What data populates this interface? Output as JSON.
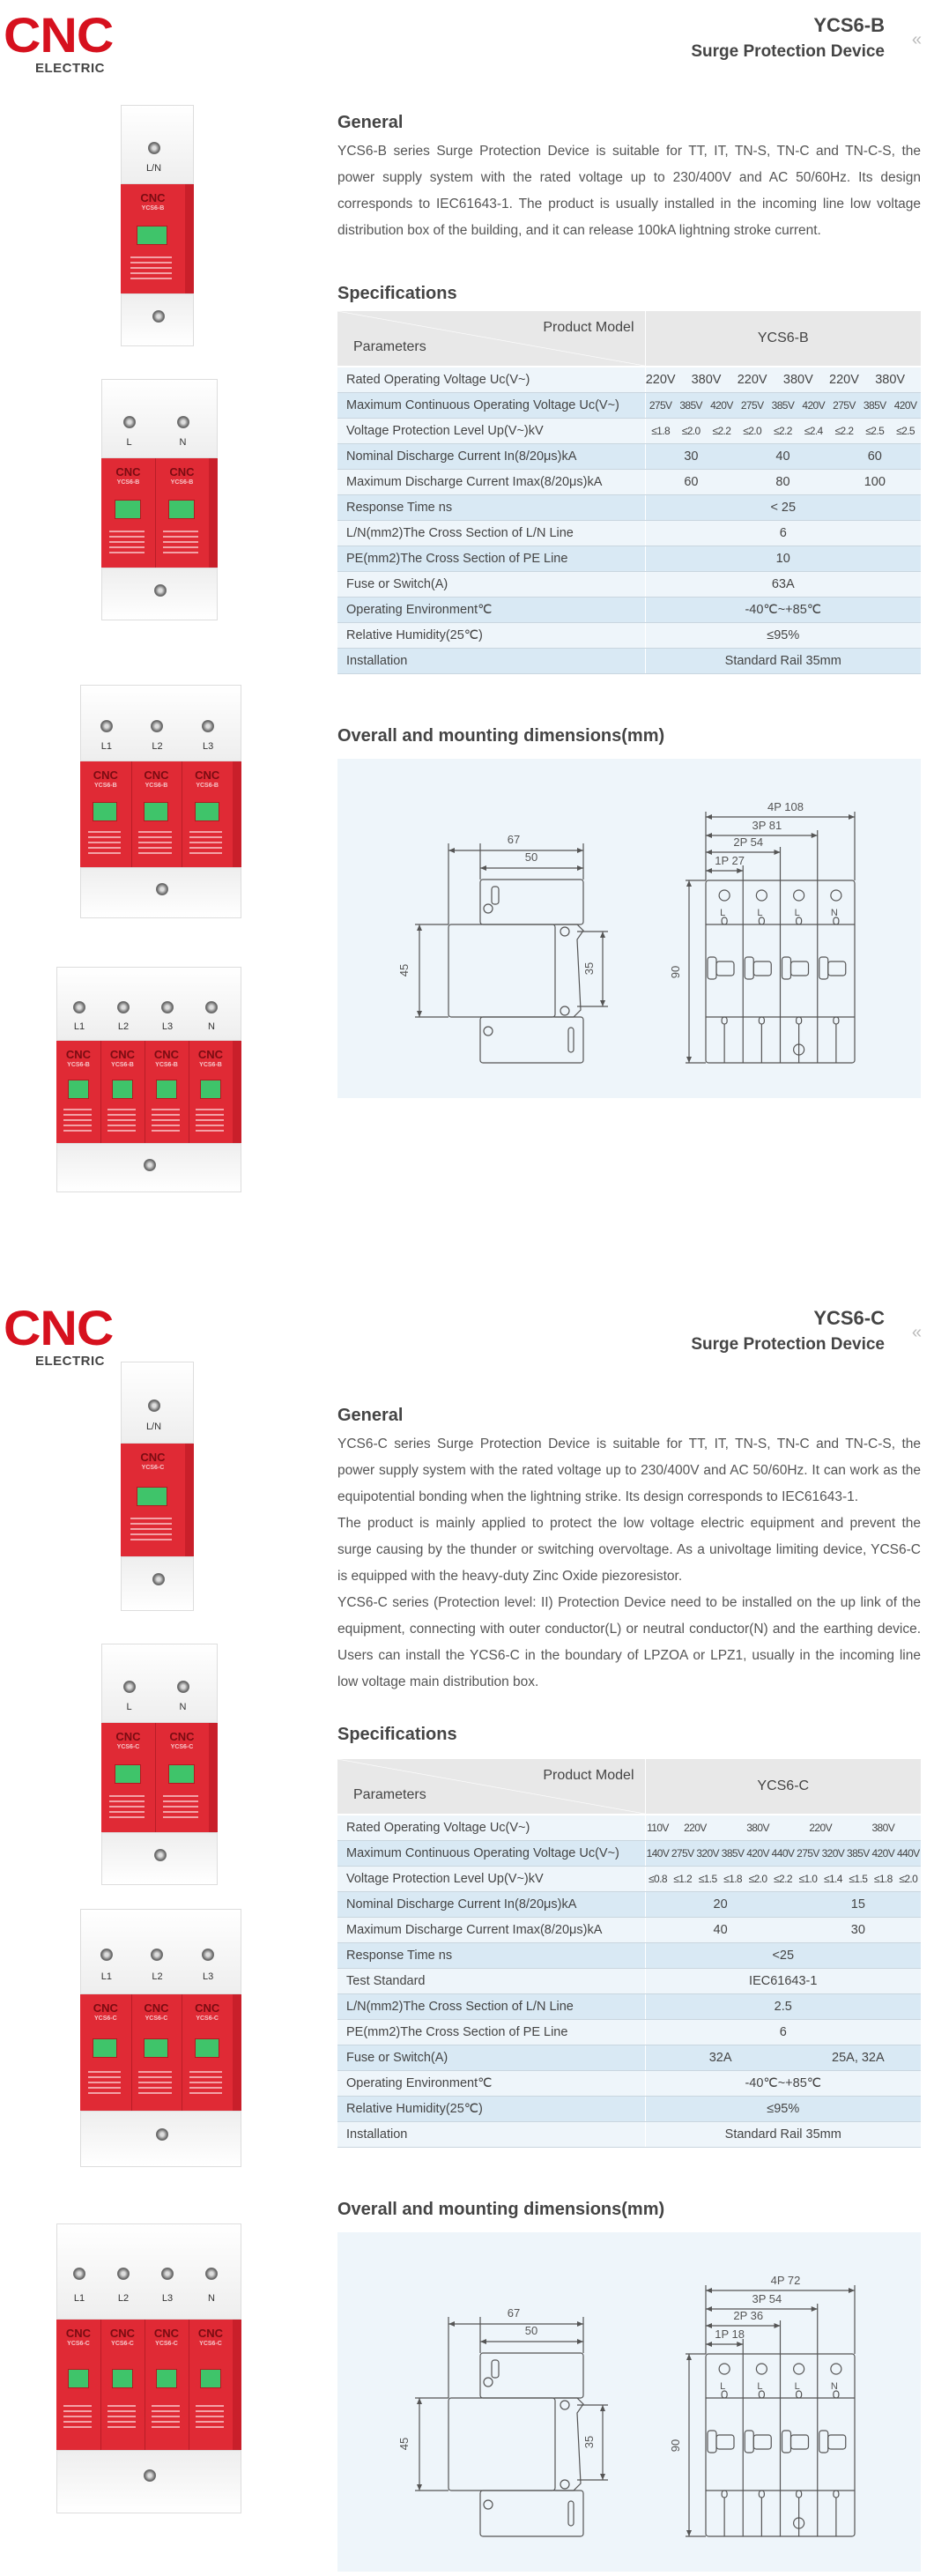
{
  "colors": {
    "brand_red": "#d6111e",
    "table_row_light": "#eef5fa",
    "table_row_blue": "#d9e9f4",
    "table_header": "#e8e8e8",
    "diagram_bg": "#eef5fa",
    "indicator_green": "#3fc46a"
  },
  "sections": [
    {
      "logo": {
        "brand": "CNC",
        "sub": "ELECTRIC"
      },
      "model": "YCS6-B",
      "subtitle": "Surge Protection Device",
      "nav_icon": "double-chevron-left-icon",
      "nav_glyph": "«",
      "devices": [
        {
          "poles": 1,
          "labels": [
            "L/N"
          ]
        },
        {
          "poles": 2,
          "labels": [
            "L",
            "N"
          ]
        },
        {
          "poles": 3,
          "labels": [
            "L1",
            "L2",
            "L3"
          ]
        },
        {
          "poles": 4,
          "labels": [
            "L1",
            "L2",
            "L3",
            "N"
          ]
        }
      ],
      "device_brand": "CNC",
      "device_model": "YCS6-B",
      "general": {
        "heading": "General",
        "paragraphs": [
          "YCS6-B series Surge Protection Device is suitable for TT, IT, TN-S, TN-C and TN-C-S, the power supply system with the rated voltage up to 230/400V and AC 50/60Hz. Its design corresponds to IEC61643-1. The product is usually installed in the incoming line low voltage distribution box of the building, and it can release 100kA lightning stroke current."
        ]
      },
      "specs": {
        "heading": "Specifications",
        "product_model_label": "Product Model",
        "parameters_label": "Parameters",
        "model": "YCS6-B",
        "subcolumns": 9,
        "rows": [
          {
            "label": "Rated Operating Voltage Uc(V~)",
            "cells": [
              {
                "v": "220V",
                "span": 1
              },
              {
                "v": "380V",
                "span": 2
              },
              {
                "v": "220V",
                "span": 1
              },
              {
                "v": "380V",
                "span": 2
              },
              {
                "v": "220V",
                "span": 1
              },
              {
                "v": "380V",
                "span": 2
              }
            ]
          },
          {
            "label": "Maximum Continuous Operating Voltage Uc(V~)",
            "small": true,
            "cells": [
              {
                "v": "275V",
                "span": 1
              },
              {
                "v": "385V",
                "span": 1
              },
              {
                "v": "420V",
                "span": 1
              },
              {
                "v": "275V",
                "span": 1
              },
              {
                "v": "385V",
                "span": 1
              },
              {
                "v": "420V",
                "span": 1
              },
              {
                "v": "275V",
                "span": 1
              },
              {
                "v": "385V",
                "span": 1
              },
              {
                "v": "420V",
                "span": 1
              }
            ]
          },
          {
            "label": "Voltage Protection Level Up(V~)kV",
            "small": true,
            "cells": [
              {
                "v": "≤1.8",
                "span": 1
              },
              {
                "v": "≤2.0",
                "span": 1
              },
              {
                "v": "≤2.2",
                "span": 1
              },
              {
                "v": "≤2.0",
                "span": 1
              },
              {
                "v": "≤2.2",
                "span": 1
              },
              {
                "v": "≤2.4",
                "span": 1
              },
              {
                "v": "≤2.2",
                "span": 1
              },
              {
                "v": "≤2.5",
                "span": 1
              },
              {
                "v": "≤2.5",
                "span": 1
              }
            ]
          },
          {
            "label": "Nominal Discharge Current In(8/20μs)kA",
            "cells": [
              {
                "v": "30",
                "span": 3
              },
              {
                "v": "40",
                "span": 3
              },
              {
                "v": "60",
                "span": 3
              }
            ]
          },
          {
            "label": "Maximum Discharge Current Imax(8/20μs)kA",
            "cells": [
              {
                "v": "60",
                "span": 3
              },
              {
                "v": "80",
                "span": 3
              },
              {
                "v": "100",
                "span": 3
              }
            ]
          },
          {
            "label": "Response Time ns",
            "cells": [
              {
                "v": "< 25",
                "span": 9
              }
            ]
          },
          {
            "label": "L/N(mm2)The Cross Section of L/N Line",
            "cells": [
              {
                "v": "6",
                "span": 9
              }
            ]
          },
          {
            "label": "PE(mm2)The Cross Section of PE Line",
            "cells": [
              {
                "v": "10",
                "span": 9
              }
            ]
          },
          {
            "label": "Fuse or Switch(A)",
            "cells": [
              {
                "v": "63A",
                "span": 9
              }
            ]
          },
          {
            "label": "Operating Environment℃",
            "cells": [
              {
                "v": "-40℃~+85℃",
                "span": 9
              }
            ]
          },
          {
            "label": "Relative Humidity(25℃)",
            "cells": [
              {
                "v": "≤95%",
                "span": 9
              }
            ]
          },
          {
            "label": "Installation",
            "cells": [
              {
                "v": "Standard Rail 35mm",
                "span": 9
              }
            ]
          }
        ]
      },
      "dimensions": {
        "heading": "Overall and mounting dimensions(mm)",
        "side": {
          "overall_width": "67",
          "body_width": "50",
          "body_height": "45",
          "rail": "35"
        },
        "front": {
          "p1": "1P 27",
          "p2": "2P 54",
          "p3": "3P 81",
          "p4": "4P 108",
          "height": "90",
          "pole_labels": [
            "L",
            "L",
            "L",
            "N"
          ]
        }
      }
    },
    {
      "logo": {
        "brand": "CNC",
        "sub": "ELECTRIC"
      },
      "model": "YCS6-C",
      "subtitle": "Surge Protection Device",
      "nav_icon": "double-chevron-left-icon",
      "nav_glyph": "«",
      "devices": [
        {
          "poles": 1,
          "labels": [
            "L/N"
          ]
        },
        {
          "poles": 2,
          "labels": [
            "L",
            "N"
          ]
        },
        {
          "poles": 3,
          "labels": [
            "L1",
            "L2",
            "L3"
          ]
        },
        {
          "poles": 4,
          "labels": [
            "L1",
            "L2",
            "L3",
            "N"
          ]
        }
      ],
      "device_brand": "CNC",
      "device_model": "YCS6-C",
      "general": {
        "heading": "General",
        "paragraphs": [
          "YCS6-C series Surge Protection Device is suitable for TT, IT, TN-S, TN-C and TN-C-S, the power supply system with the rated voltage up to 230/400V and AC 50/60Hz. It can work as the equipotential bonding when the lightning strike. Its design corresponds to IEC61643-1.",
          "The product is mainly applied to protect the low voltage electric equipment and prevent the surge causing by the thunder or switching overvoltage. As a univoltage limiting device, YCS6-C is equipped with the heavy-duty Zinc Oxide piezoresistor.",
          "YCS6-C series (Protection level: II) Protection Device need to be installed on the up link of the equipment, connecting with outer conductor(L) or neutral conductor(N) and the earthing device. Users can  install the YCS6-C in the boundary of LPZOA or LPZ1, usually in the incoming line low voltage main distribution box."
        ]
      },
      "specs": {
        "heading": "Specifications",
        "product_model_label": "Product Model",
        "parameters_label": "Parameters",
        "model": "YCS6-C",
        "subcolumns": 11,
        "rows": [
          {
            "label": "Rated Operating Voltage Uc(V~)",
            "small": true,
            "cells": [
              {
                "v": "110V",
                "span": 1
              },
              {
                "v": "220V",
                "span": 2
              },
              {
                "v": "380V",
                "span": 3
              },
              {
                "v": "220V",
                "span": 2
              },
              {
                "v": "380V",
                "span": 3
              }
            ]
          },
          {
            "label": "Maximum Continuous Operating Voltage Uc(V~)",
            "small": true,
            "cells": [
              {
                "v": "140V",
                "span": 1
              },
              {
                "v": "275V",
                "span": 1
              },
              {
                "v": "320V",
                "span": 1
              },
              {
                "v": "385V",
                "span": 1
              },
              {
                "v": "420V",
                "span": 1
              },
              {
                "v": "440V",
                "span": 1
              },
              {
                "v": "275V",
                "span": 1
              },
              {
                "v": "320V",
                "span": 1
              },
              {
                "v": "385V",
                "span": 1
              },
              {
                "v": "420V",
                "span": 1
              },
              {
                "v": "440V",
                "span": 1
              }
            ]
          },
          {
            "label": "Voltage Protection Level Up(V~)kV",
            "small": true,
            "cells": [
              {
                "v": "≤0.8",
                "span": 1
              },
              {
                "v": "≤1.2",
                "span": 1
              },
              {
                "v": "≤1.5",
                "span": 1
              },
              {
                "v": "≤1.8",
                "span": 1
              },
              {
                "v": "≤2.0",
                "span": 1
              },
              {
                "v": "≤2.2",
                "span": 1
              },
              {
                "v": "≤1.0",
                "span": 1
              },
              {
                "v": "≤1.4",
                "span": 1
              },
              {
                "v": "≤1.5",
                "span": 1
              },
              {
                "v": "≤1.8",
                "span": 1
              },
              {
                "v": "≤2.0",
                "span": 1
              }
            ]
          },
          {
            "label": "Nominal Discharge Current In(8/20μs)kA",
            "cells": [
              {
                "v": "20",
                "span": 6
              },
              {
                "v": "15",
                "span": 5
              }
            ]
          },
          {
            "label": "Maximum Discharge Current Imax(8/20μs)kA",
            "cells": [
              {
                "v": "40",
                "span": 6
              },
              {
                "v": "30",
                "span": 5
              }
            ]
          },
          {
            "label": "Response Time ns",
            "cells": [
              {
                "v": "<25",
                "span": 11
              }
            ]
          },
          {
            "label": "Test Standard",
            "cells": [
              {
                "v": "IEC61643-1",
                "span": 11
              }
            ]
          },
          {
            "label": "L/N(mm2)The Cross Section of L/N Line",
            "cells": [
              {
                "v": "2.5",
                "span": 11
              }
            ]
          },
          {
            "label": "PE(mm2)The Cross Section of PE Line",
            "cells": [
              {
                "v": "6",
                "span": 11
              }
            ]
          },
          {
            "label": "Fuse or Switch(A)",
            "cells": [
              {
                "v": "32A",
                "span": 6
              },
              {
                "v": "25A, 32A",
                "span": 5
              }
            ]
          },
          {
            "label": "Operating Environment℃",
            "cells": [
              {
                "v": "-40℃~+85℃",
                "span": 11
              }
            ]
          },
          {
            "label": "Relative Humidity(25℃)",
            "cells": [
              {
                "v": "≤95%",
                "span": 11
              }
            ]
          },
          {
            "label": "Installation",
            "cells": [
              {
                "v": "Standard Rail 35mm",
                "span": 11
              }
            ]
          }
        ]
      },
      "dimensions": {
        "heading": "Overall and mounting dimensions(mm)",
        "side": {
          "overall_width": "67",
          "body_width": "50",
          "body_height": "45",
          "rail": "35"
        },
        "front": {
          "p1": "1P 18",
          "p2": "2P 36",
          "p3": "3P 54",
          "p4": "4P 72",
          "height": "90",
          "pole_labels": [
            "L",
            "L",
            "L",
            "N"
          ]
        }
      }
    }
  ]
}
